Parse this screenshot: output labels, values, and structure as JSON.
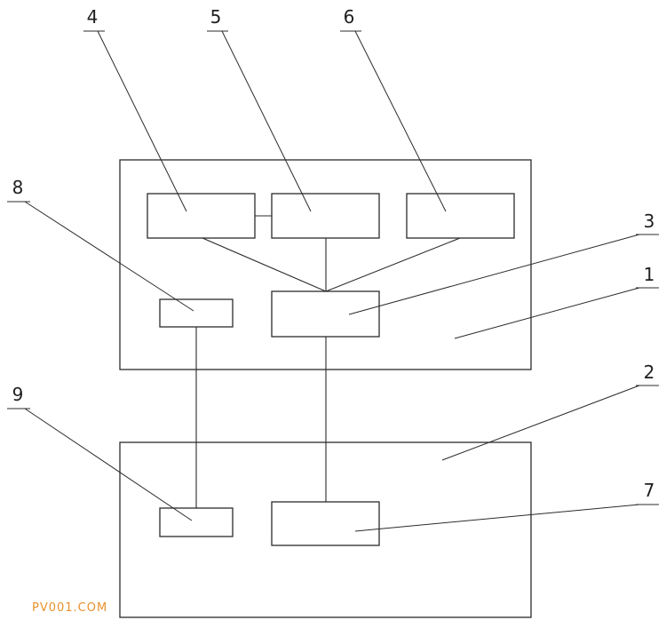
{
  "diagram": {
    "callouts": {
      "c1": "1",
      "c2": "2",
      "c3": "3",
      "c4": "4",
      "c5": "5",
      "c6": "6",
      "c7": "7",
      "c8": "8",
      "c9": "9"
    },
    "watermark": "PV001.COM"
  },
  "colors": {
    "line": "#2b2b2b",
    "watermark": "#e8912d"
  }
}
